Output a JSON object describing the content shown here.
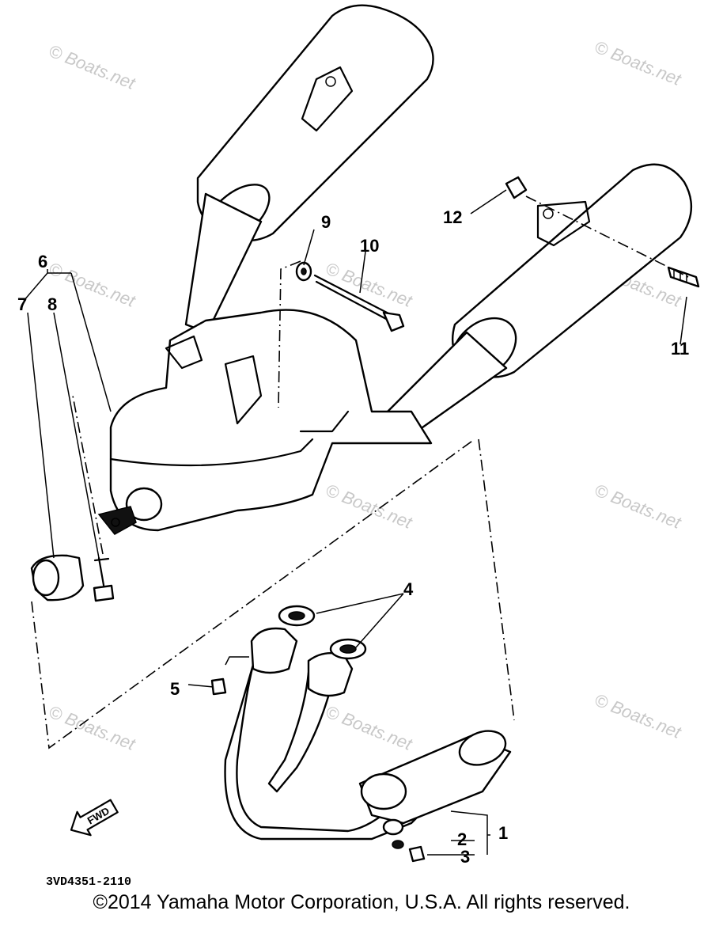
{
  "callouts": {
    "c1": "1",
    "c2": "2",
    "c3": "3",
    "c4": "4",
    "c5": "5",
    "c6": "6",
    "c7": "7",
    "c8": "8",
    "c9": "9",
    "c10": "10",
    "c11": "11",
    "c12": "12"
  },
  "watermark": "© Boats.net",
  "diagram_code": "3VD4351-2110",
  "fwd_label": "FWD",
  "copyright": "©2014 Yamaha Motor Corporation, U.S.A. All rights reserved."
}
